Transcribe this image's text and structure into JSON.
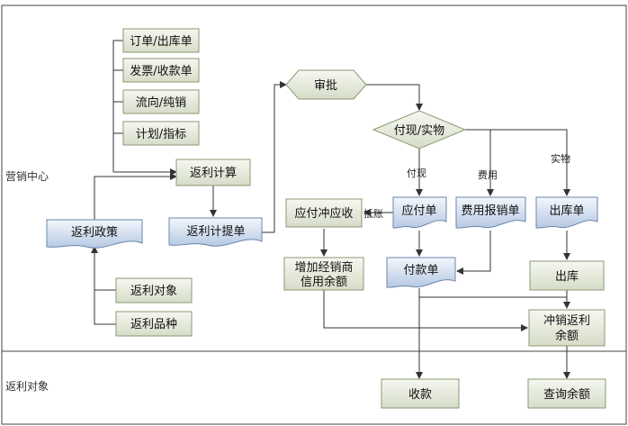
{
  "lanes": {
    "marketing_center": "营销中心",
    "rebate_target": "返利对象"
  },
  "nodes": {
    "order_outbound": "订单/出库单",
    "invoice_receipt": "发票/收款单",
    "flow_net_sales": "流向/纯销",
    "plan_indicator": "计划/指标",
    "rebate_calc": "返利计算",
    "rebate_policy": "返利政策",
    "rebate_accrual": "返利计提单",
    "rebate_object": "返利对象",
    "rebate_variety": "返利品种",
    "approval": "审批",
    "cash_goods": "付现/实物",
    "payable_offset": "应付冲应收",
    "payable_doc": "应付单",
    "expense_doc": "费用报销单",
    "outbound_doc": "出库单",
    "increase_credit_line1": "增加经销商",
    "increase_credit_line2": "信用余额",
    "payment_doc": "付款单",
    "outbound": "出库",
    "offset_rebate_line1": "冲销返利",
    "offset_rebate_line2": "余额",
    "receive_payment": "收款",
    "query_balance": "查询余额"
  },
  "edge_labels": {
    "cash": "付现",
    "expense": "费用",
    "goods": "实物",
    "offset": "抵账"
  },
  "colors": {
    "box_fill_top": "#f4f6ee",
    "box_fill_bottom": "#d9dfcc",
    "box_stroke": "#8a9a74",
    "doc_fill_top": "#eef3fa",
    "doc_fill_bottom": "#b9cbe4",
    "doc_stroke": "#6c86ad",
    "line": "#333333"
  }
}
